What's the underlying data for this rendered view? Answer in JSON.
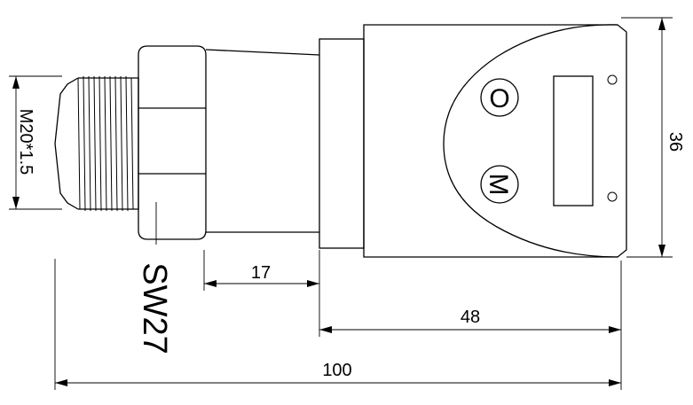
{
  "drawing": {
    "buttons": {
      "upper_label": "O",
      "lower_label": "M"
    },
    "dimensions": {
      "thread_label": "M20*1.5",
      "wrench_label": "SW27",
      "length_17": "17",
      "length_48": "48",
      "length_100": "100",
      "height_36": "36"
    }
  }
}
